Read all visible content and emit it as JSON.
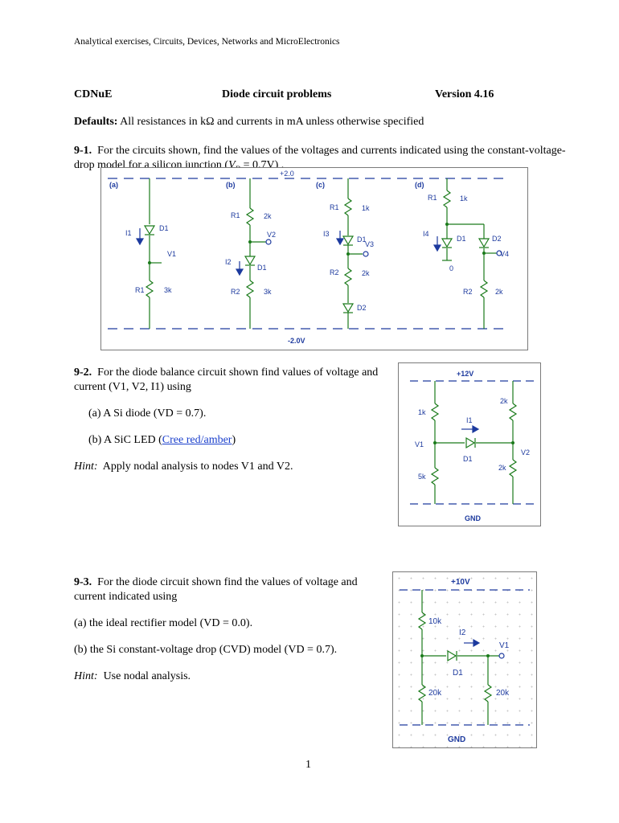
{
  "header": "Analytical exercises, Circuits, Devices, Networks and MicroElectronics",
  "title_row": {
    "left": "CDNuE",
    "center": "Diode circuit problems",
    "right": "Version 4.16"
  },
  "defaults": {
    "label": "Defaults:",
    "text": "All resistances in kΩ and currents in mA unless otherwise specified"
  },
  "p1": {
    "num": "9-1.",
    "text_a": "For the circuits shown, find the values of the voltages and currents indicated using the constant-voltage-",
    "text_b": "drop model for a silicon junction (",
    "vd": "V",
    "vd_sub": "D",
    "text_c": " = 0.7V) ."
  },
  "fig1": {
    "top_rail": "+2.0",
    "bottom_rail": "-2.0V",
    "a": {
      "tag": "(a)",
      "I": "I1",
      "D": "D1",
      "V": "V1",
      "R": "R1",
      "Rv": "3k"
    },
    "b": {
      "tag": "(b)",
      "R1": "R1",
      "R1v": "2k",
      "V": "V2",
      "I": "I2",
      "D": "D1",
      "R2": "R2",
      "R2v": "3k"
    },
    "c": {
      "tag": "(c)",
      "R1": "R1",
      "R1v": "1k",
      "I": "I3",
      "D1": "D1",
      "V": "V3",
      "R2": "R2",
      "R2v": "2k",
      "D2": "D2"
    },
    "d": {
      "tag": "(d)",
      "R1": "R1",
      "R1v": "1k",
      "I": "I4",
      "D1": "D1",
      "D2": "D2",
      "gnd": "0",
      "V": "V4",
      "R2": "R2",
      "R2v": "2k"
    }
  },
  "p2": {
    "num": "9-2.",
    "line1": "For the diode balance circuit shown find values of voltage and",
    "line2": "current (V1, V2, I1) using",
    "a": "(a)  A Si diode (VD = 0.7).",
    "b_pre": "(b)  A SiC LED (",
    "b_link": "Cree red/amber",
    "b_post": ")",
    "hint_label": "Hint:",
    "hint": "Apply nodal analysis to nodes V1 and V2."
  },
  "fig2": {
    "top": "+12V",
    "gnd": "GND",
    "R1": "1k",
    "R2": "2k",
    "R3": "5k",
    "R4": "2k",
    "I": "I1",
    "V1": "V1",
    "V2": "V2",
    "D": "D1"
  },
  "p3": {
    "num": "9-3.",
    "line1": "For the diode circuit shown find the values of voltage and",
    "line2": "current indicated using",
    "a": "(a)  the ideal rectifier model (VD = 0.0).",
    "b": "(b)  the Si constant-voltage drop (CVD) model (VD = 0.7).",
    "hint_label": "Hint:",
    "hint": "Use nodal analysis."
  },
  "fig3": {
    "top": "+10V",
    "gnd": "GND",
    "R1": "10k",
    "I": "I2",
    "V": "V1",
    "D": "D1",
    "R2": "20k",
    "R3": "20k"
  },
  "page_number": "1",
  "colors": {
    "wire": "#1a7a1a",
    "rail": "#1d3a9e",
    "label": "#1d3a9e",
    "link": "#1a3fcc"
  }
}
